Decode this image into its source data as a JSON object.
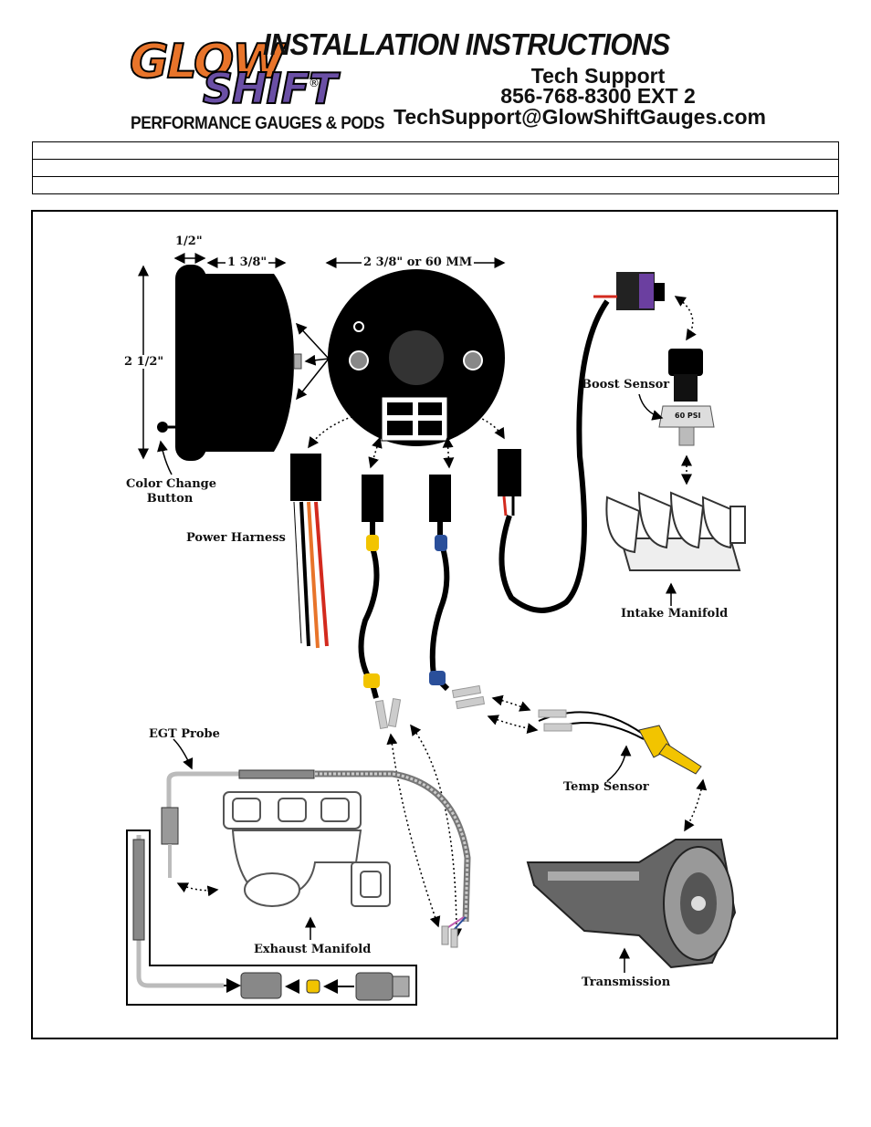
{
  "header": {
    "logo_glow": "GLOW",
    "logo_shift": "SHIFT",
    "logo_reg": "®",
    "logo_tagline": "PERFORMANCE GAUGES & PODS",
    "title": "INSTALLATION INSTRUCTIONS",
    "tech_support_label": "Tech Support",
    "tech_support_phone": "856-768-8300 EXT 2",
    "tech_support_email": "TechSupport@GlowShiftGauges.com"
  },
  "diagram": {
    "dim_bezel": "1/2\"",
    "dim_depth": "1 3/8\"",
    "dim_diameter": "2 3/8\" or 60 MM",
    "dim_height": "2 1/2\"",
    "color_change_button": "Color Change\nButton",
    "color_change_line1": "Color Change",
    "color_change_line2": "Button",
    "power_harness": "Power Harness",
    "boost_sensor": "Boost Sensor",
    "sensor_psi": "60 PSI",
    "intake_manifold": "Intake Manifold",
    "egt_probe": "EGT Probe",
    "temp_sensor": "Temp Sensor",
    "exhaust_manifold": "Exhaust Manifold",
    "transmission": "Transmission"
  },
  "colors": {
    "logo_orange": "#e8742a",
    "logo_purple": "#6a4fa5",
    "connector_yellow": "#f2c400",
    "connector_blue": "#2a4f9a",
    "boost_connector_purple": "#6b3fa0"
  }
}
